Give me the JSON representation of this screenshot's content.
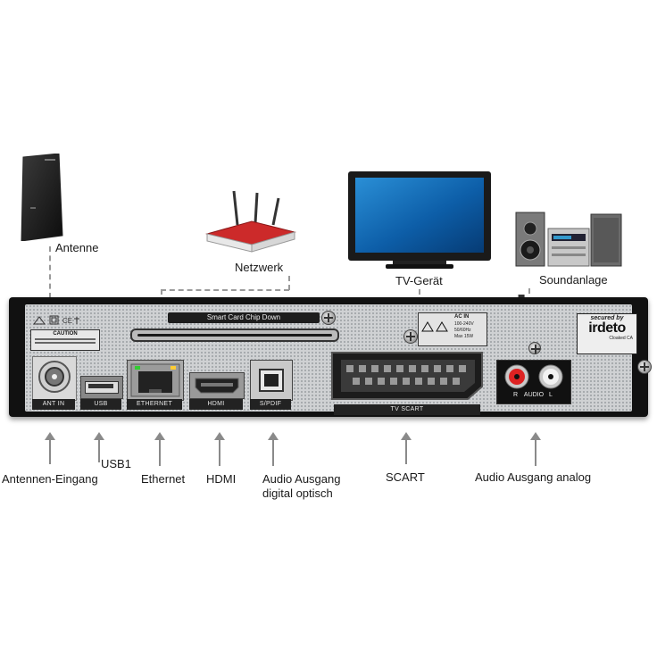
{
  "devices": {
    "antenna": "Antenne",
    "router": "Netzwerk",
    "tv": "TV-Gerät",
    "sound": "Soundanlage"
  },
  "panel": {
    "card_slot_label": "Smart Card Chip Down",
    "ports": {
      "ant_in": "ANT IN",
      "usb": "USB",
      "ethernet": "ETHERNET",
      "hdmi": "HDMI",
      "spdif": "S/PDIF",
      "scart": "TV SCART",
      "audio": "AUDIO",
      "audio_r": "R",
      "audio_l": "L"
    },
    "caution_label": "CAUTION",
    "ac_label": "AC IN",
    "ac_specs": [
      "100-240V",
      "50/60Hz",
      "Max 15W"
    ],
    "irdeto": {
      "secured": "secured by",
      "brand": "irdeto",
      "sub": "Cloaked CA"
    }
  },
  "callouts": {
    "antenna_in": "Antennen-Eingang",
    "usb": "USB1",
    "ethernet": "Ethernet",
    "hdmi": "HDMI",
    "spdif": [
      "Audio Ausgang",
      "digital optisch"
    ],
    "scart": "SCART",
    "audio_analog": "Audio Ausgang analog"
  }
}
